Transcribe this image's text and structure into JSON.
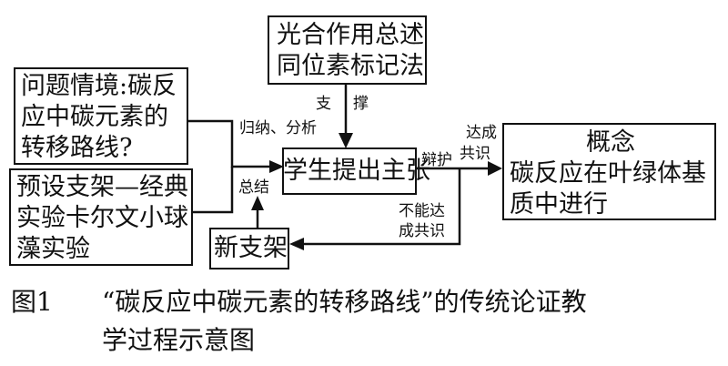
{
  "nodes": {
    "overview": [
      "光合作用总述",
      "同位素标记法"
    ],
    "problem": [
      "问题情境:碳反",
      "应中碳元素的",
      "转移路线?"
    ],
    "scaffold": [
      "预设支架—经典",
      "实验卡尔文小球",
      "藻实验"
    ],
    "student": "学生提出主张",
    "concept": [
      "概念",
      "碳反应在叶绿体基",
      "质中进行"
    ],
    "new": "新支架"
  },
  "edges": {
    "support_1": "支",
    "support_2": "撑",
    "induce": "归纳、分析",
    "summary": "总结",
    "debate": "辩护",
    "consensus_1": "达成",
    "consensus_2": "共识",
    "no_consensus_1": "不能达",
    "no_consensus_2": "成共识"
  },
  "caption": {
    "label": "图1",
    "line1": "“碳反应中碳元素的转移路线”的传统论证教",
    "line2": "学过程示意图"
  }
}
